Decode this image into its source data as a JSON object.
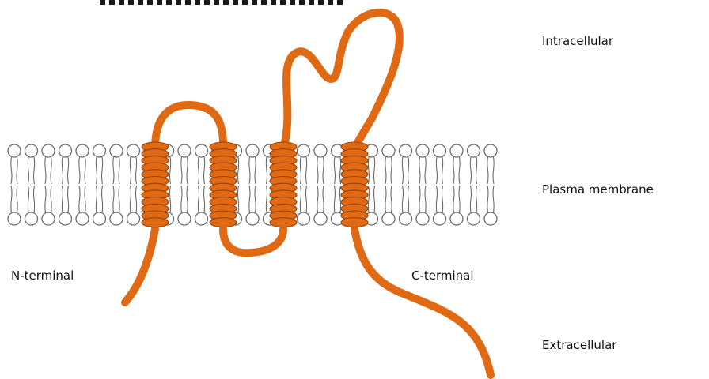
{
  "labels": {
    "intracellular": "Intracellular",
    "plasma_membrane": "Plasma membrane",
    "n_terminal": "N-terminal",
    "c_terminal": "C-terminal",
    "extracellular": "Extracellular"
  },
  "colors": {
    "protein": "#E06914",
    "protein_dark": "#9a4208",
    "lipid_head_fill": "#ffffff",
    "lipid_stroke": "#6b6b6b",
    "text": "#111111"
  },
  "membrane": {
    "leaflet_count": 2,
    "helix_count": 4
  }
}
